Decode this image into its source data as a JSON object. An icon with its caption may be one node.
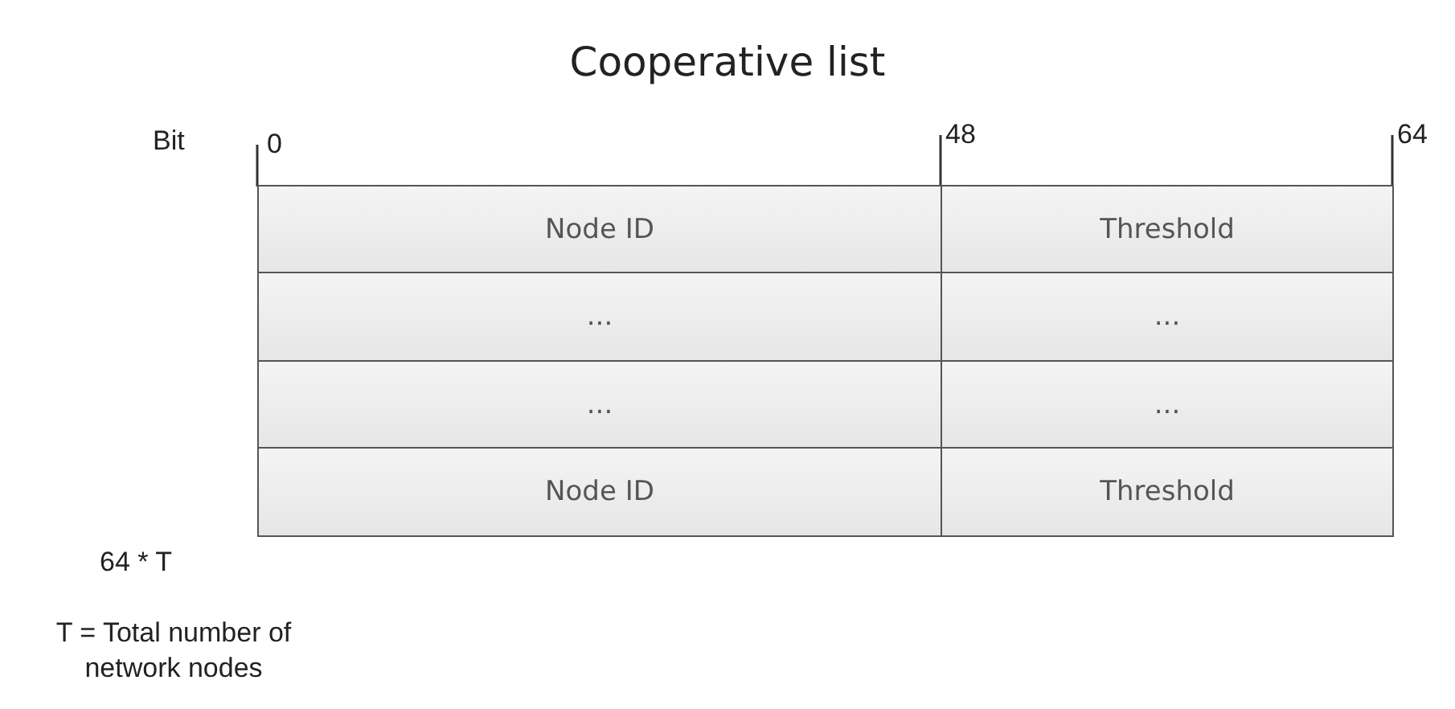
{
  "diagram": {
    "title": "Cooperative list",
    "labels": [
      "Bit",
      "0",
      "48",
      "64",
      "Node ID",
      "Threshold",
      "...",
      "...",
      "...",
      "...",
      "Node ID",
      "Threshold",
      "64 * T",
      "T = Total number of network nodes"
    ]
  }
}
